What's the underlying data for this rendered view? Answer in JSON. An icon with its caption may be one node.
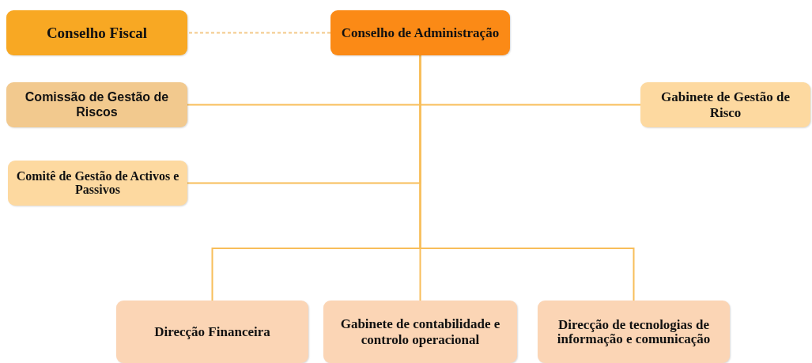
{
  "diagram": {
    "nodes": [
      {
        "text": [
          "Conselho Fiscal"
        ]
      },
      {
        "text": [
          "Conselho de Administração"
        ]
      },
      {
        "text": [
          "Comissão de Gestão de Riscos"
        ]
      },
      {
        "text": [
          "Gabinete de Gestão de Risco"
        ]
      },
      {
        "text": [
          "Comitê de Gestão de Activos e Passivos"
        ]
      },
      {
        "text": [
          "Direcção Financeira"
        ]
      },
      {
        "text": [
          "Gabinete de contabilidade e controlo operacional"
        ]
      },
      {
        "text": [
          "Direcção de tecnologias de informação e comunicação"
        ]
      }
    ],
    "edges": [
      {
        "from": 1,
        "to": 0,
        "arrow": "none",
        "style": "dashed"
      },
      {
        "from": 1,
        "to": 2,
        "arrow": "none"
      },
      {
        "from": 1,
        "to": 3,
        "arrow": "none"
      },
      {
        "from": 1,
        "to": 4,
        "arrow": "none"
      },
      {
        "from": 1,
        "to": 5,
        "arrow": "none"
      },
      {
        "from": 1,
        "to": 6,
        "arrow": "none"
      },
      {
        "from": 1,
        "to": 7,
        "arrow": "none"
      }
    ]
  }
}
